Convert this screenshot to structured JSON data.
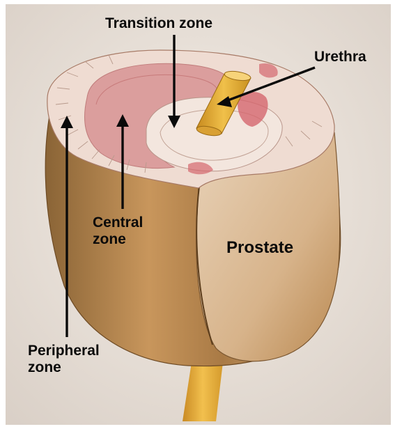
{
  "figure": {
    "labels": {
      "transition_zone": "Transition zone",
      "urethra": "Urethra",
      "central_line1": "Central",
      "central_line2": "zone",
      "prostate": "Prostate",
      "peripheral_line1": "Peripheral",
      "peripheral_line2": "zone"
    },
    "colors": {
      "paper": "#eee7e0",
      "outer_shell": "#c9965a",
      "inner_surface": "#efdcd2",
      "central_zone": "#d89494",
      "urethra": "#e2a73c",
      "arrow": "#0a0a0a"
    }
  }
}
